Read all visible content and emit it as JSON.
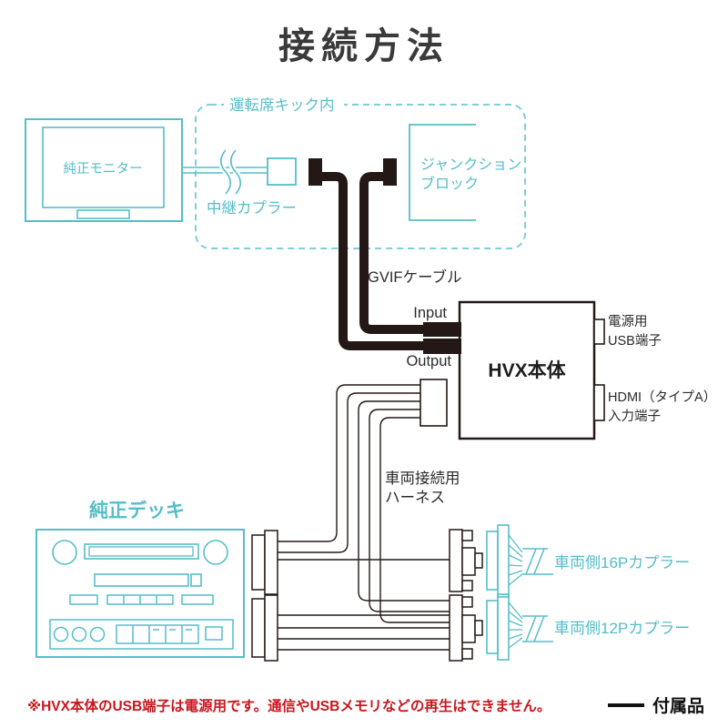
{
  "title": "接続方法",
  "colors": {
    "cyan": "#55bec8",
    "cyan_dashed": "#7ecede",
    "cable_black": "#231815",
    "note_red": "#c8161d"
  },
  "diagram": {
    "monitor_label": "純正モニター",
    "kick_panel_label": "運転席キック内",
    "relay_coupler_label": "中継カプラー",
    "junction_block_line1": "ジャンクション",
    "junction_block_line2": "ブロック",
    "gvif_cable_label": "GVIFケーブル",
    "input_label": "Input",
    "output_label": "Output",
    "hvx_unit_label": "HVX本体",
    "usb_line1": "電源用",
    "usb_line2": "USB端子",
    "hdmi_line1": "HDMI（タイプA）",
    "hdmi_line2": "入力端子",
    "harness_line1": "車両接続用",
    "harness_line2": "ハーネス",
    "deck_label": "純正デッキ",
    "coupler_16p_label": "車両側16Pカプラー",
    "coupler_12p_label": "車両側12Pカプラー"
  },
  "footer": {
    "note": "※HVX本体のUSB端子は電源用です。通信やUSBメモリなどの再生はできません。",
    "legend_label": "付属品"
  }
}
